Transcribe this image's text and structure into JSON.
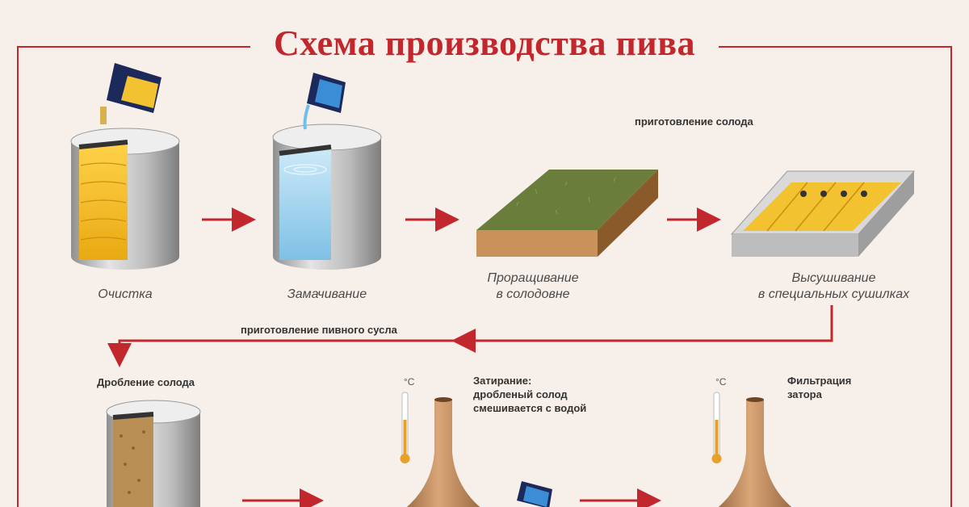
{
  "title": "Схема производства пива",
  "sections": {
    "malt": "приготовление солода",
    "wort": "приготовление пивного сусла"
  },
  "steps": [
    {
      "label": "Очистка"
    },
    {
      "label": "Замачивание"
    },
    {
      "label_line1": "Проращивание",
      "label_line2": "в солодовне"
    },
    {
      "label_line1": "Высушивание",
      "label_line2": "в специальных сушилках"
    }
  ],
  "lower": {
    "crushing": "Дробление солода",
    "mashing_line1": "Затирание:",
    "mashing_line2": "дробленый солод",
    "mashing_line3": "смешивается с водой",
    "filtration_line1": "Фильтрация",
    "filtration_line2": "затора",
    "temp_unit": "°C"
  },
  "colors": {
    "accent_red": "#c2272d",
    "grain_yellow": "#f2c230",
    "water_blue": "#9fd3ef",
    "bag_navy": "#1b2a5a",
    "soil_brown": "#8b5a2b",
    "grass_green": "#6b7d3a",
    "vessel_copper": "#b8825a"
  }
}
